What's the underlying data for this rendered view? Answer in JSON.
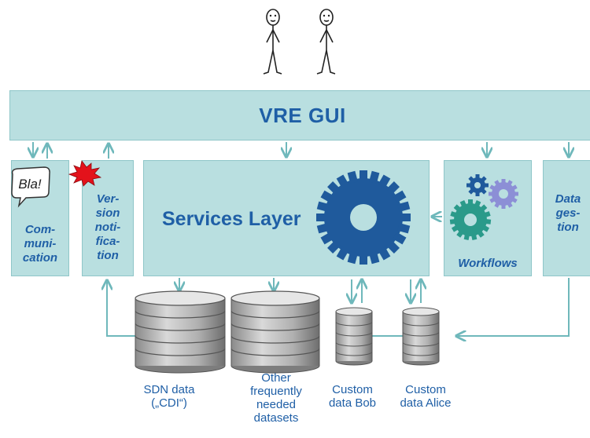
{
  "gui": {
    "title": "VRE GUI"
  },
  "modules": {
    "communication": {
      "label": "Com-\nmuni-\ncation",
      "bubble": "Bla!"
    },
    "version": {
      "label": "Ver-\nsion\nnoti-\nfica-\ntion"
    },
    "services": {
      "label": "Services Layer"
    },
    "workflows": {
      "label": "Workflows"
    },
    "data_ingestion": {
      "label": "Data\nges-\ntion"
    }
  },
  "databases": [
    {
      "label": "SDN data\n(„CDI“)"
    },
    {
      "label": "Other\nfrequently\nneeded\ndatasets"
    },
    {
      "label": "Custom\ndata Bob"
    },
    {
      "label": "Custom\ndata Alice"
    }
  ],
  "colors": {
    "box_fill": "#b9dfe0",
    "box_border": "#8fc6c8",
    "label_blue": "#1f5fa6",
    "gear_blue": "#1f5a9c",
    "gear_teal": "#2a9a8a",
    "gear_lavender": "#8c8fd6",
    "arrow": "#6fb8bb"
  }
}
